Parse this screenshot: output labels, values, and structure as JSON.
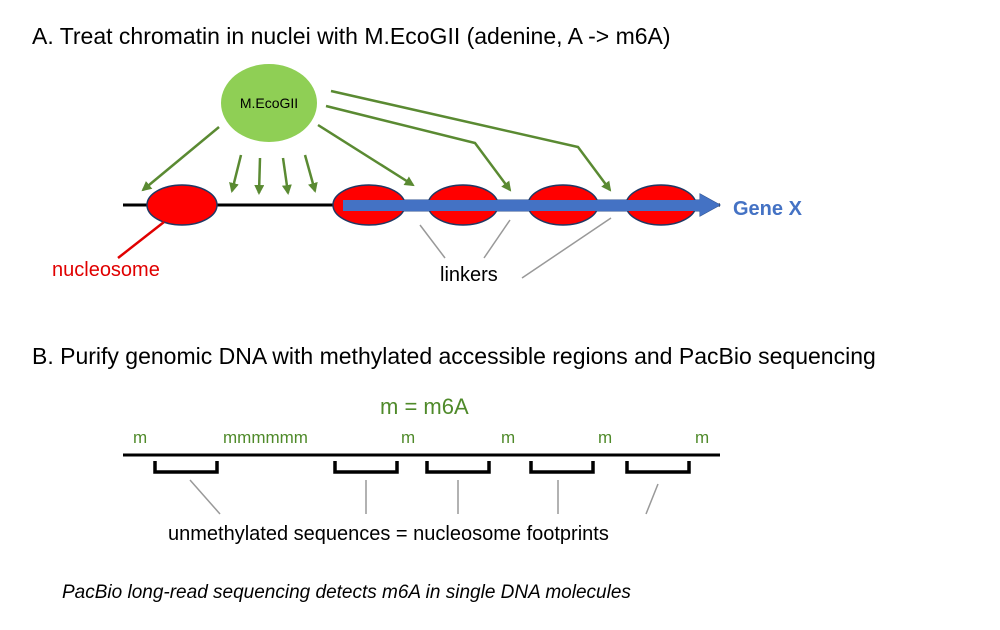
{
  "sectionA": {
    "title": "A. Treat chromatin in nuclei with M.EcoGII  (adenine, A -> m6A)",
    "enzyme_label": "M.EcoGII",
    "nucleosome_label": "nucleosome",
    "gene_label": "Gene X",
    "linkers_label": "linkers"
  },
  "sectionB": {
    "title": "B. Purify genomic DNA with methylated accessible regions and PacBio sequencing",
    "legend": "m = m6A",
    "marks": [
      "m",
      "mmmmmm",
      "m",
      "m",
      "m",
      "m"
    ],
    "footprints_label": "unmethylated sequences = nucleosome footprints",
    "footer": "PacBio long-read sequencing detects m6A in single DNA molecules"
  },
  "colors": {
    "enzyme": "#8fcf55",
    "nucleosome": "#ff0000",
    "arrow": "#5a8a32",
    "gene": "#4472c4",
    "methyl": "#4f8a2a",
    "nucleosome_text": "#e00000",
    "pointer": "#999999"
  }
}
